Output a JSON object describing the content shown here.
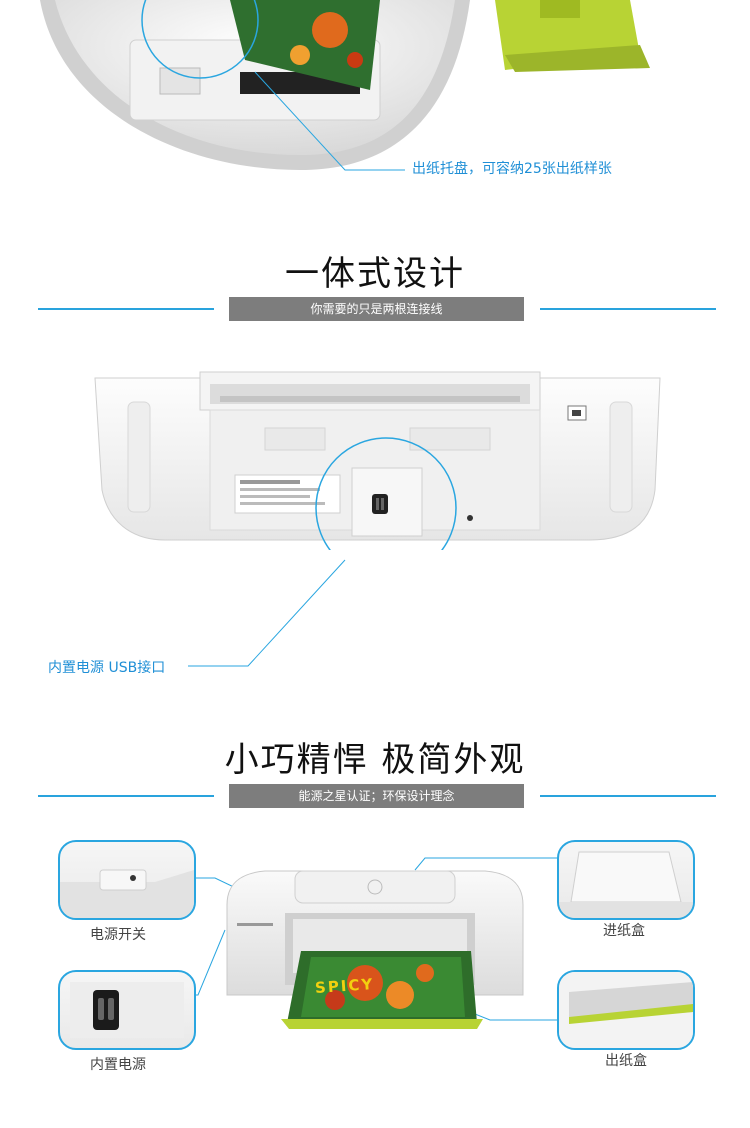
{
  "section_top": {
    "callout": "出纸托盘，可容纳25张出纸样张"
  },
  "section_design": {
    "title": "一体式设计",
    "subtitle": "你需要的只是两根连接线",
    "callout": "内置电源 USB接口"
  },
  "section_compact": {
    "title": "小巧精悍 极简外观",
    "subtitle": "能源之星认证；环保设计理念",
    "labels": {
      "power_switch": "电源开关",
      "paper_input": "进纸盒",
      "builtin_power": "内置电源",
      "paper_output": "出纸盒"
    }
  },
  "printed_art": {
    "cover_word": "SPICY"
  },
  "colors": {
    "accent_blue": "#29a3dd",
    "subtitle_bar": "#7d7d7d",
    "tray_green": "#b8d334"
  }
}
